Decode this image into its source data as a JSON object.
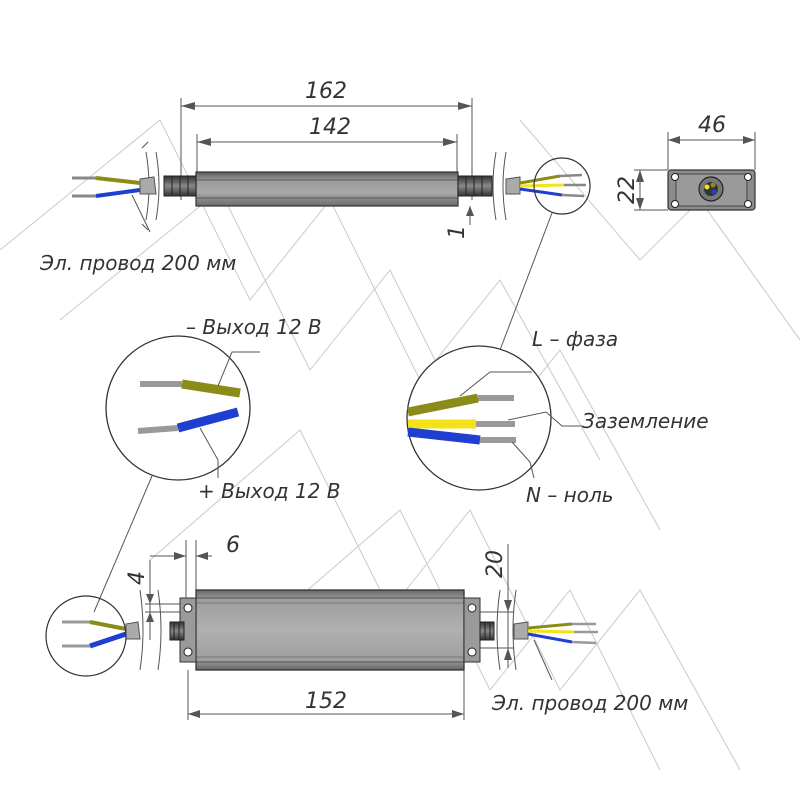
{
  "top_view": {
    "dim_overall": "162",
    "dim_body": "142",
    "dim_offset": "1",
    "wire_label": "Эл. провод 200 мм"
  },
  "end_view": {
    "dim_width": "46",
    "dim_height": "22"
  },
  "detail_output": {
    "minus_label": "– Выход 12 В",
    "plus_label": "+ Выход 12 В"
  },
  "detail_input": {
    "phase_label": "L – фаза",
    "ground_label": "Заземление",
    "neutral_label": "N – ноль"
  },
  "bottom_view": {
    "dim_length": "152",
    "dim_lug": "6",
    "dim_hole": "4",
    "dim_lug_height": "20",
    "wire_label": "Эл. провод 200 мм"
  },
  "colors": {
    "olive_wire": "#8b8b1a",
    "blue_wire": "#1f3fd0",
    "yellow_wire": "#f3e21a",
    "housing_dark": "#707070",
    "housing_light": "#a8a8a8"
  }
}
